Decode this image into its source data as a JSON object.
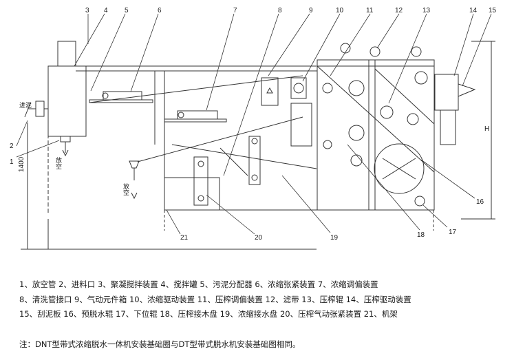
{
  "diagram": {
    "callouts": [
      "1",
      "2",
      "3",
      "4",
      "5",
      "6",
      "7",
      "8",
      "9",
      "10",
      "11",
      "12",
      "13",
      "14",
      "15",
      "16",
      "17",
      "18",
      "19",
      "20",
      "21"
    ],
    "labels": {
      "inlet": "进泥",
      "vent_left": "放空",
      "vent_mid": "放空",
      "height_dim": "1400",
      "H_dim": "H"
    }
  },
  "legend": {
    "rows": [
      "1、放空管  2、进料口  3、聚凝搅拌装置  4、搅拌罐  5、污泥分配器  6、浓缩张紧装置  7、浓缩调偏装置",
      "8、清洗管接口  9、气动元件箱  10、浓缩驱动装置  11、压榨调偏装置  12、滤带  13、压榨辊  14、压榨驱动装置",
      "15、刮泥板  16、预脱水辊  17、下位辊  18、压榨接木盘  19、浓缩接水盘  20、压榨气动张紧装置  21、机架"
    ],
    "note": "注：DNT型带式浓缩脱水一体机安装基础圈与DT型带式脱水机安装基础图相同。"
  }
}
